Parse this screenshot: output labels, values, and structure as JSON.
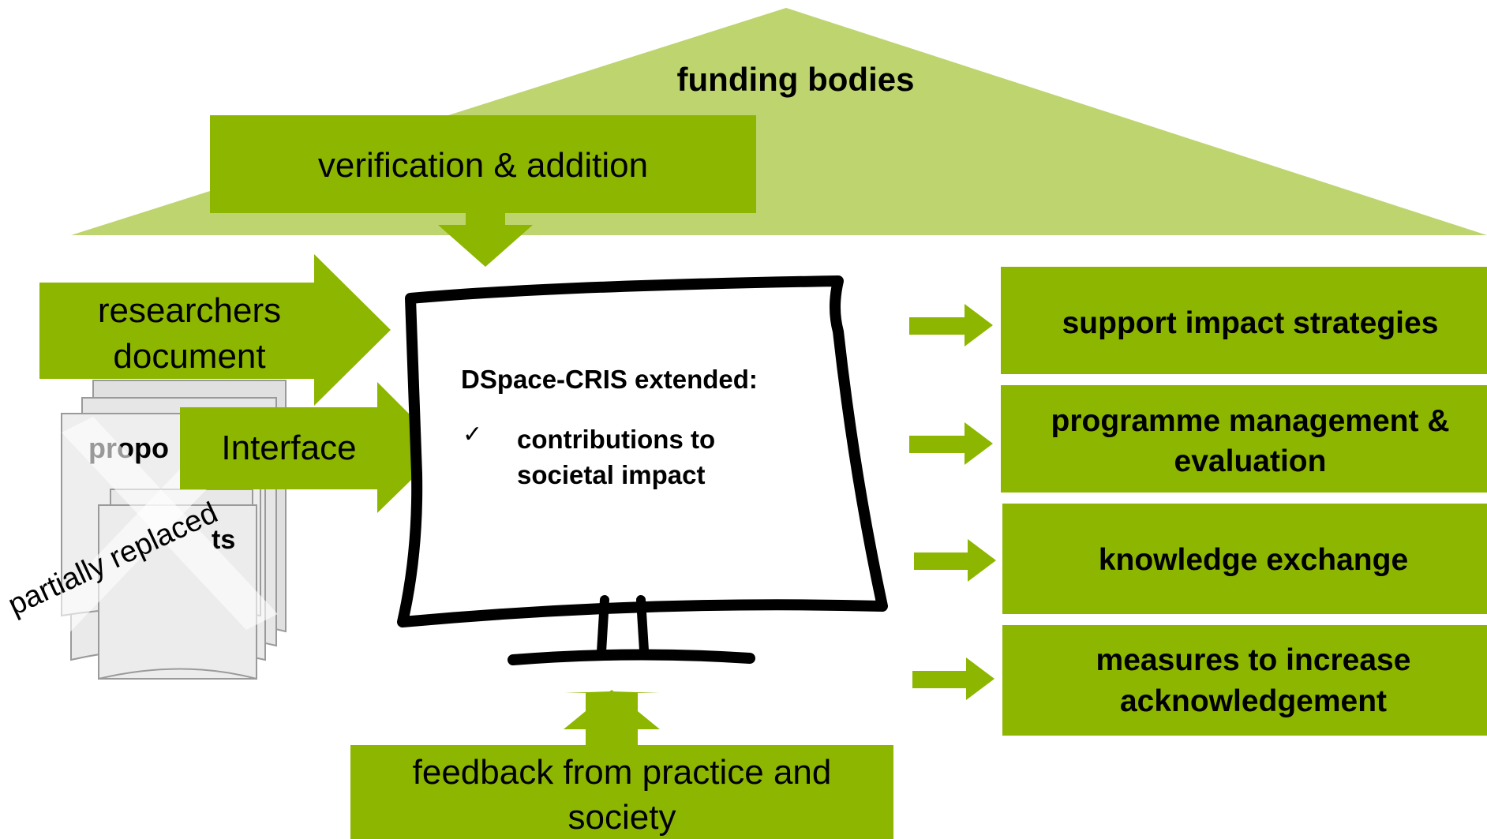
{
  "roof": {
    "title": "funding bodies"
  },
  "verification": {
    "label": "verification & addition"
  },
  "researchers": {
    "line1": "researchers",
    "line2": "document"
  },
  "interface": {
    "label": "Interface"
  },
  "proposals": {
    "visible_text_top": "propo",
    "visible_text_bottom": "ts",
    "overlay": "partially replaced"
  },
  "monitor": {
    "heading": "DSpace-CRIS extended:",
    "bullet_mark": "✓",
    "bullet_line1": "contributions to",
    "bullet_line2": "societal impact"
  },
  "feedback": {
    "line1": "feedback from practice and",
    "line2": "society"
  },
  "outputs": [
    {
      "line1": "support impact strategies",
      "line2": ""
    },
    {
      "line1": "programme management &",
      "line2": "evaluation"
    },
    {
      "line1": "knowledge exchange",
      "line2": ""
    },
    {
      "line1": "measures to increase",
      "line2": "acknowledgement"
    }
  ],
  "colors": {
    "roof_fill": "#bdd46f",
    "primary_green": "#8db600",
    "document_gray": "#e0e0e0",
    "text": "#000000"
  }
}
